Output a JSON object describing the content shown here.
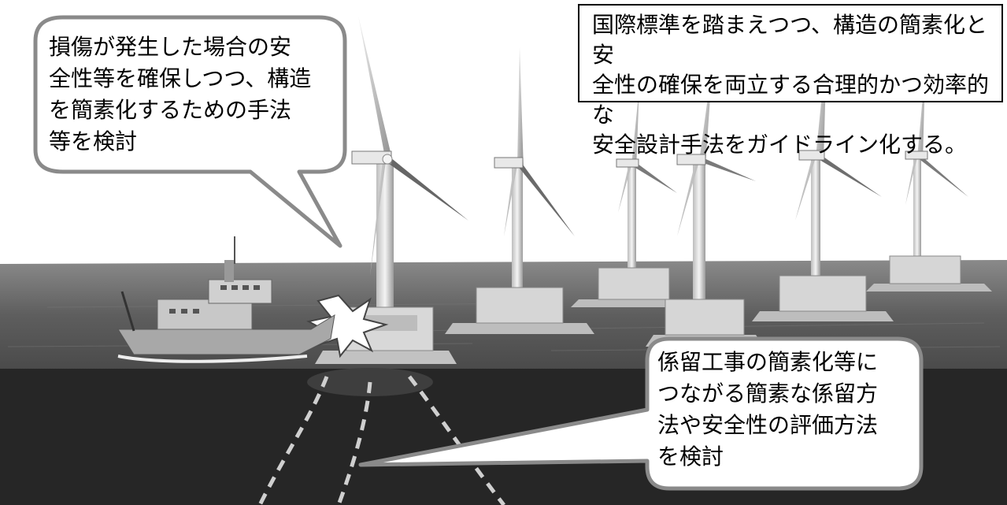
{
  "callouts": {
    "damage_safety": "損傷が発生した場合の安\n全性等を確保しつつ、構造\nを簡素化するための手法\n等を検討",
    "guideline": "国際標準を踏まえつつ、構造の簡素化と安\n全性の確保を両立する合理的かつ効率的な\n安全設計手法をガイドライン化する。",
    "mooring": "係留工事の簡素化等に\nつながる簡素な係留方\n法や安全性の評価方法\nを検討"
  }
}
